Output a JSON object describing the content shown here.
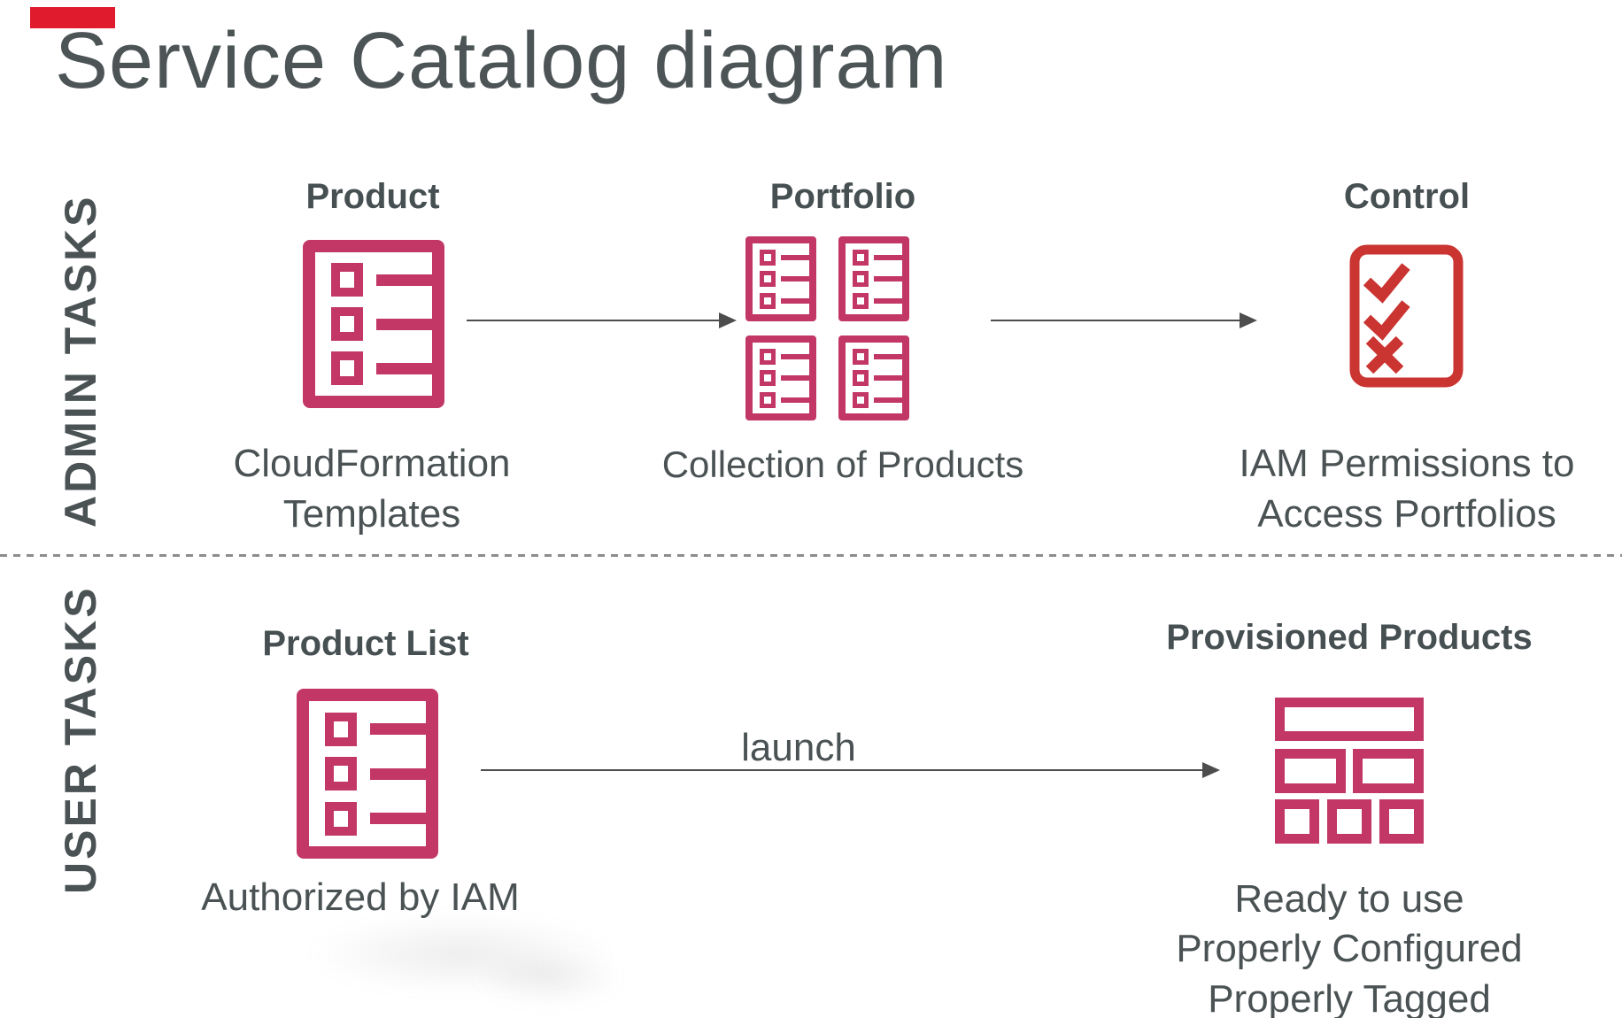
{
  "page": {
    "title": "Service Catalog diagram"
  },
  "colors": {
    "accent_bar": "#e01b2d",
    "crimson": "#c23766",
    "control_red": "#ca3431",
    "text_gray": "#4a5254",
    "arrow_gray": "#4d4d4d"
  },
  "admin_row": {
    "row_label": "ADMIN TASKS",
    "product": {
      "label": "Product",
      "caption": "CloudFormation Templates",
      "icon": "list-icon"
    },
    "portfolio": {
      "label": "Portfolio",
      "caption": "Collection of Products",
      "icon": "list-icon-grid-2x2"
    },
    "control": {
      "label": "Control",
      "caption": "IAM Permissions to Access Portfolios",
      "icon": "checklist-icon"
    }
  },
  "user_row": {
    "row_label": "USER TASKS",
    "product_list": {
      "label": "Product List",
      "caption": "Authorized by IAM",
      "icon": "list-icon"
    },
    "launch_label": "launch",
    "provisioned": {
      "label": "Provisioned Products",
      "icon": "bricks-icon",
      "caption_lines": [
        "Ready to use",
        "Properly Configured",
        "Properly Tagged"
      ]
    }
  }
}
